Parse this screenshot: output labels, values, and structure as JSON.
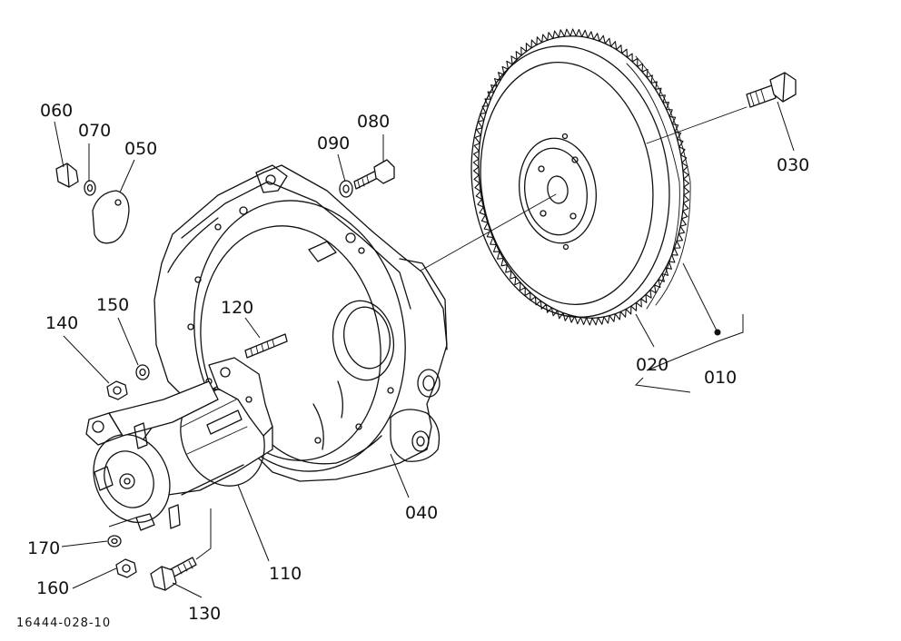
{
  "drawing_number": "16444-028-10",
  "parts": [
    {
      "id": "p010",
      "label": "010"
    },
    {
      "id": "p020",
      "label": "020"
    },
    {
      "id": "p030",
      "label": "030"
    },
    {
      "id": "p040",
      "label": "040"
    },
    {
      "id": "p050",
      "label": "050"
    },
    {
      "id": "p060",
      "label": "060"
    },
    {
      "id": "p070",
      "label": "070"
    },
    {
      "id": "p080",
      "label": "080"
    },
    {
      "id": "p090",
      "label": "090"
    },
    {
      "id": "p110",
      "label": "110"
    },
    {
      "id": "p120",
      "label": "120"
    },
    {
      "id": "p130",
      "label": "130"
    },
    {
      "id": "p140",
      "label": "140"
    },
    {
      "id": "p150",
      "label": "150"
    },
    {
      "id": "p160",
      "label": "160"
    },
    {
      "id": "p170",
      "label": "170"
    }
  ]
}
